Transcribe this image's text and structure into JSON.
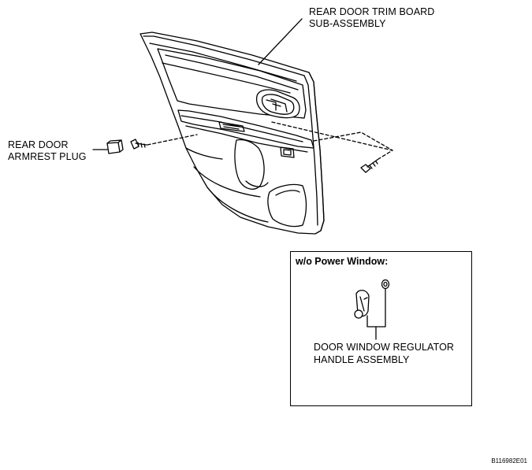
{
  "labels": {
    "trim_board_line1": "REAR DOOR TRIM BOARD",
    "trim_board_line2": "SUB-ASSEMBLY",
    "armrest_plug_line1": "REAR DOOR",
    "armrest_plug_line2": "ARMREST PLUG",
    "regulator_handle_line1": "DOOR WINDOW REGULATOR",
    "regulator_handle_line2": "HANDLE ASSEMBLY"
  },
  "inset": {
    "title": "w/o Power Window:"
  },
  "figure_code": "B116982E01"
}
